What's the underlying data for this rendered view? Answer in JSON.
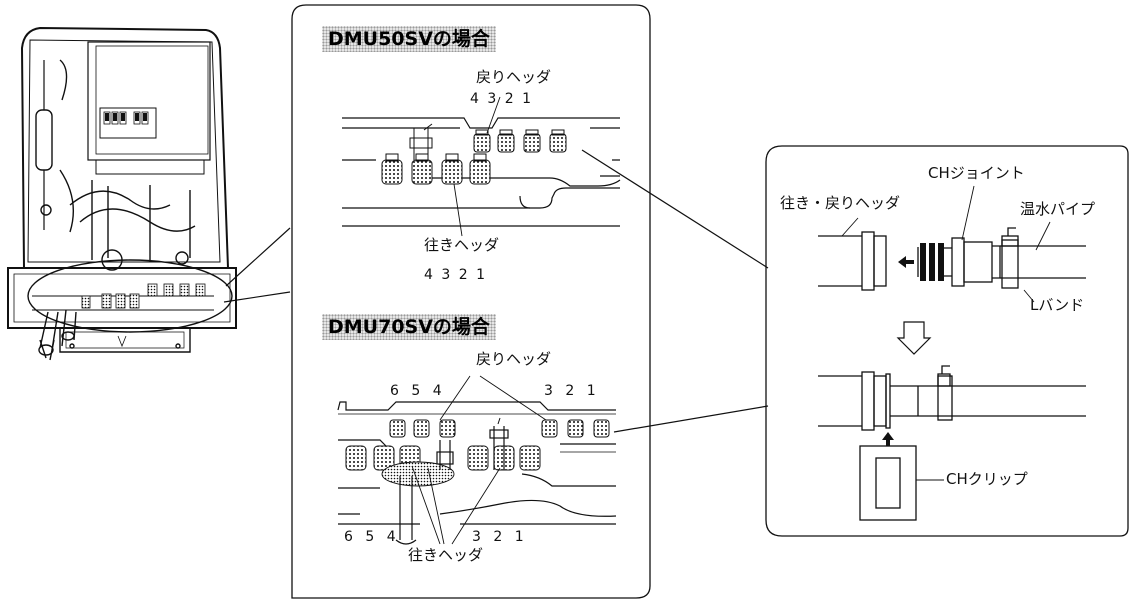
{
  "model_50": {
    "title": "DMU50SVの場合",
    "return_header": "戻りヘッダ",
    "return_numbers": "4 3 2 1",
    "supply_header": "往きヘッダ",
    "supply_numbers": "4 3 2 1"
  },
  "model_70": {
    "title": "DMU70SVの場合",
    "return_header": "戻りヘッダ",
    "return_numbers_left": "6 5 4",
    "return_numbers_right": "3 2 1",
    "supply_header": "往きヘッダ",
    "supply_numbers_left": "6 5 4",
    "supply_numbers_right": "3 2 1"
  },
  "joint": {
    "ch_joint": "CHジョイント",
    "header": "往き・戻りヘッダ",
    "hot_water_pipe": "温水パイプ",
    "l_band": "Lバンド",
    "ch_clip": "CHクリップ"
  },
  "icons": {
    "step_arrow": "hollow-down-arrow-icon",
    "push_arrow": "left-arrow-icon",
    "insert_arrow": "up-arrow-icon"
  }
}
